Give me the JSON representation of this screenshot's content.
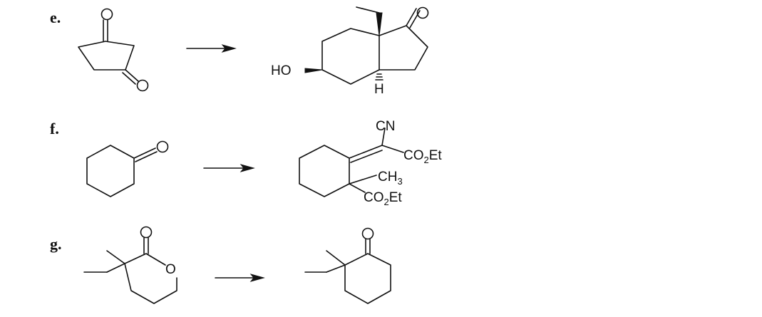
{
  "reactions": [
    {
      "label": "e.",
      "product_atoms": {
        "hydroxyl": "HO",
        "hydrogen": "H"
      }
    },
    {
      "label": "f.",
      "product_atoms": {
        "nitrile": "CN",
        "ester_1": {
          "main": "CO",
          "sub": "2",
          "tail": "Et"
        },
        "methyl": {
          "main": "CH",
          "sub": "3"
        },
        "ester_2": {
          "main": "CO",
          "sub": "2",
          "tail": "Et"
        }
      }
    },
    {
      "label": "g.",
      "reactant_atoms": {
        "ring_oxygen": "O"
      }
    }
  ],
  "colors": {
    "ink": "#111111",
    "background": "#ffffff"
  }
}
